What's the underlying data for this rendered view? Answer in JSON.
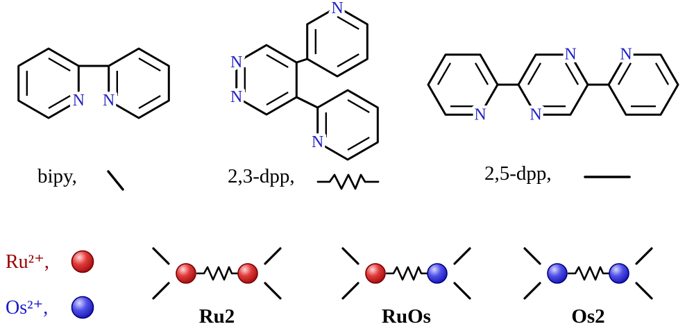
{
  "figure": {
    "background": "#ffffff"
  },
  "palette": {
    "bond_color": "#000000",
    "nitrogen_blue": "#2121c8",
    "ru_text_red": "#990000",
    "os_text_blue": "#1a1acc",
    "ru_sphere_red": "#d03030",
    "os_sphere_blue": "#4545e0"
  },
  "ligands": {
    "bipy": {
      "name": "bipy,",
      "symbol": "short-diagonal-line",
      "nitrogen_labels": [
        "N",
        "N"
      ]
    },
    "dpp23": {
      "name": "2,3-dpp,",
      "symbol": "zigzag-line",
      "nitrogen_labels": [
        "N",
        "N",
        "N",
        "N"
      ]
    },
    "dpp25": {
      "name": "2,5-dpp,",
      "symbol": "straight-line",
      "nitrogen_labels": [
        "N",
        "N",
        "N",
        "N"
      ]
    }
  },
  "metals": {
    "ru": {
      "label": "Ru²⁺,",
      "sphere": "red-sphere"
    },
    "os": {
      "label": "Os²⁺,",
      "sphere": "blue-sphere"
    }
  },
  "complexes": [
    {
      "id": "ru2",
      "label": "Ru2",
      "left_metal": "Ru",
      "right_metal": "Ru"
    },
    {
      "id": "ruos",
      "label": "RuOs",
      "left_metal": "Ru",
      "right_metal": "Os"
    },
    {
      "id": "os2",
      "label": "Os2",
      "left_metal": "Os",
      "right_metal": "Os"
    }
  ]
}
